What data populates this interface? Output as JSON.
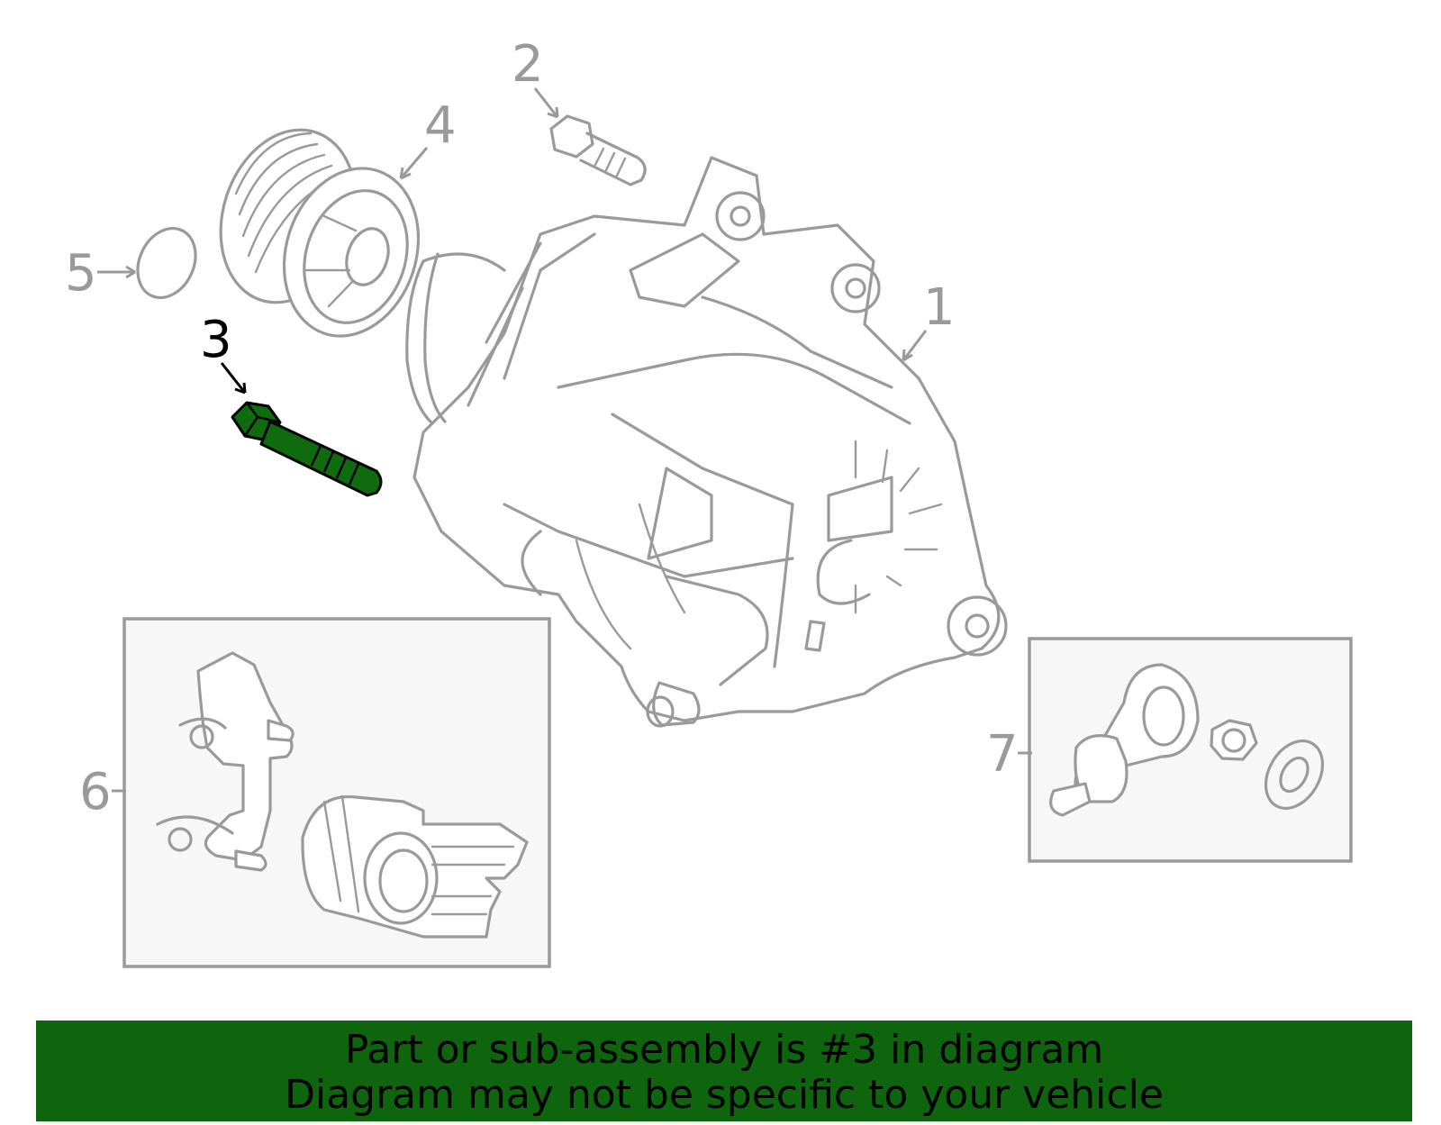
{
  "callouts": [
    {
      "id": "1",
      "label": "1",
      "highlighted": false
    },
    {
      "id": "2",
      "label": "2",
      "highlighted": false
    },
    {
      "id": "3",
      "label": "3",
      "highlighted": true
    },
    {
      "id": "4",
      "label": "4",
      "highlighted": false
    },
    {
      "id": "5",
      "label": "5",
      "highlighted": false
    },
    {
      "id": "6",
      "label": "6",
      "highlighted": false
    },
    {
      "id": "7",
      "label": "7",
      "highlighted": false
    }
  ],
  "banner": {
    "line1": "Part or sub-assembly is #3 in diagram",
    "line2": "Diagram may not be specific to your vehicle"
  },
  "colors": {
    "highlight": "#0e6b0e",
    "banner_bg": "#0e650e",
    "line_art": "#9a9a9a",
    "inset_bg": "#f7f7f7"
  }
}
